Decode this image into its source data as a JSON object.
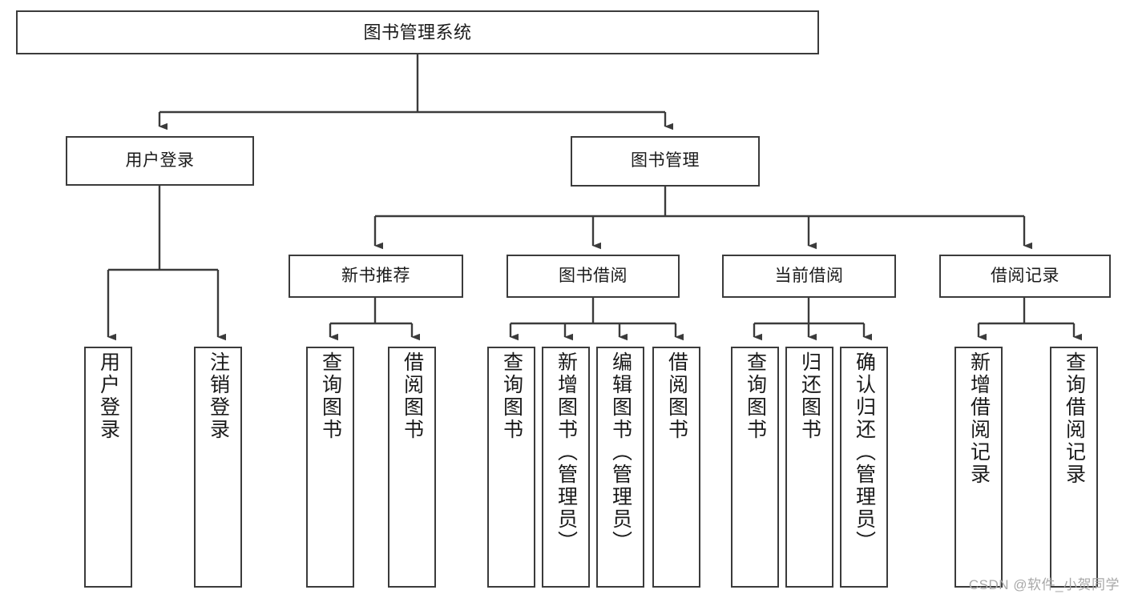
{
  "diagram": {
    "title": "图书管理系统",
    "type": "tree-hierarchy",
    "orientation": "top-down",
    "colors": {
      "box_border": "#3b3b3b",
      "box_fill": "#ffffff",
      "connector": "#3b3b3b",
      "text": "#1a1a1a",
      "watermark": "#a8a8a8",
      "background": "#ffffff"
    },
    "root": {
      "label": "图书管理系统"
    },
    "level2": [
      {
        "label": "用户登录"
      },
      {
        "label": "图书管理"
      }
    ],
    "level3": [
      {
        "label": "新书推荐"
      },
      {
        "label": "图书借阅"
      },
      {
        "label": "当前借阅"
      },
      {
        "label": "借阅记录"
      }
    ],
    "leaves": {
      "user_login": [
        {
          "label": "用户登录"
        },
        {
          "label": "注销登录"
        }
      ],
      "new_book_recommend": [
        {
          "label": "查询图书"
        },
        {
          "label": "借阅图书"
        }
      ],
      "book_borrow": [
        {
          "label": "查询图书"
        },
        {
          "label": "新增图书（管理员）"
        },
        {
          "label": "编辑图书（管理员）"
        },
        {
          "label": "借阅图书"
        }
      ],
      "current_borrow": [
        {
          "label": "查询图书"
        },
        {
          "label": "归还图书"
        },
        {
          "label": "确认归还（管理员）"
        }
      ],
      "borrow_record": [
        {
          "label": "新增借阅记录"
        },
        {
          "label": "查询借阅记录"
        }
      ]
    }
  },
  "watermark": {
    "text": "CSDN @软件_小贺同学"
  }
}
